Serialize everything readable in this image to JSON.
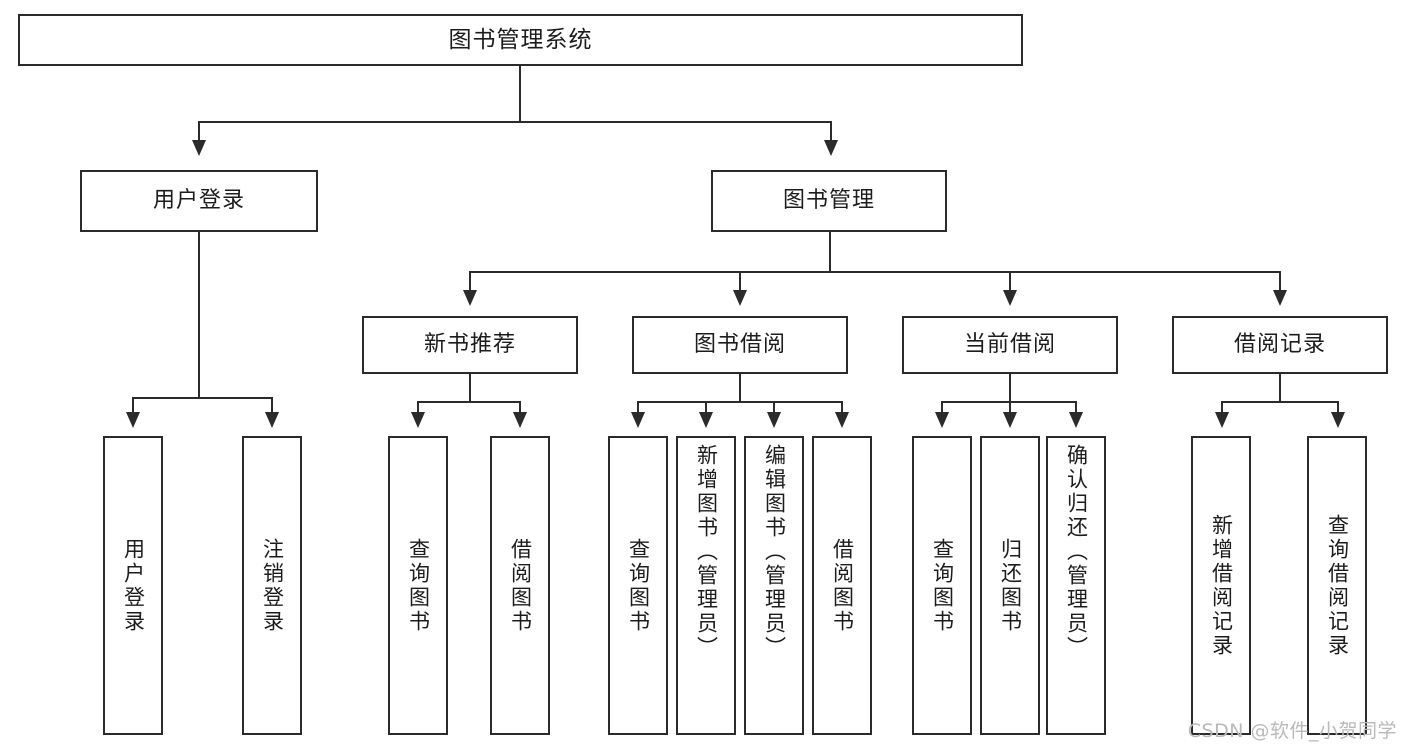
{
  "diagram": {
    "type": "tree-hierarchy",
    "title": "图书管理系统",
    "root": {
      "id": "root",
      "label": "图书管理系统",
      "level": 0
    },
    "level2": [
      {
        "id": "user-login",
        "label": "用户登录",
        "level": 1
      },
      {
        "id": "book-manage",
        "label": "图书管理",
        "level": 1
      }
    ],
    "level3": [
      {
        "id": "new-book-recommend",
        "label": "新书推荐",
        "level": 2,
        "parent": "book-manage"
      },
      {
        "id": "book-borrow",
        "label": "图书借阅",
        "level": 2,
        "parent": "book-manage"
      },
      {
        "id": "current-borrow",
        "label": "当前借阅",
        "level": 2,
        "parent": "book-manage"
      },
      {
        "id": "borrow-record",
        "label": "借阅记录",
        "level": 2,
        "parent": "book-manage"
      }
    ],
    "leaves": [
      {
        "id": "leaf-user-login",
        "label": "用户登录",
        "parent": "user-login"
      },
      {
        "id": "leaf-logout",
        "label": "注销登录",
        "parent": "user-login"
      },
      {
        "id": "leaf-query-book-1",
        "label": "查询图书",
        "parent": "new-book-recommend"
      },
      {
        "id": "leaf-borrow-book-1",
        "label": "借阅图书",
        "parent": "new-book-recommend"
      },
      {
        "id": "leaf-query-book-2",
        "label": "查询图书",
        "parent": "book-borrow"
      },
      {
        "id": "leaf-add-book",
        "label": "新增图书（管理员）",
        "parent": "book-borrow"
      },
      {
        "id": "leaf-edit-book",
        "label": "编辑图书（管理员）",
        "parent": "book-borrow"
      },
      {
        "id": "leaf-borrow-book-2",
        "label": "借阅图书",
        "parent": "book-borrow"
      },
      {
        "id": "leaf-query-book-3",
        "label": "查询图书",
        "parent": "current-borrow"
      },
      {
        "id": "leaf-return-book",
        "label": "归还图书",
        "parent": "current-borrow"
      },
      {
        "id": "leaf-confirm-return",
        "label": "确认归还（管理员）",
        "parent": "current-borrow"
      },
      {
        "id": "leaf-add-record",
        "label": "新增借阅记录",
        "parent": "borrow-record"
      },
      {
        "id": "leaf-query-record",
        "label": "查询借阅记录",
        "parent": "borrow-record"
      }
    ]
  },
  "watermark": {
    "text": "CSDN @软件_小贺同学"
  },
  "colors": {
    "stroke": "#2b2b2b",
    "text": "#1c1c1c",
    "background": "#ffffff",
    "watermark": "#b9b9b9"
  }
}
